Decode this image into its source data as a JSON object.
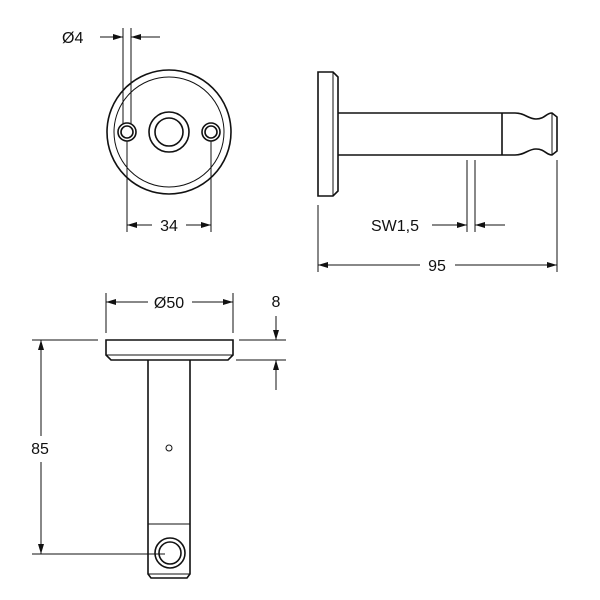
{
  "dimensions": {
    "hole_diameter": "Ø4",
    "hole_spacing": "34",
    "wrench_size": "SW1,5",
    "total_length": "95",
    "flange_diameter": "Ø50",
    "flange_thickness": "8",
    "height": "85"
  },
  "colors": {
    "line": "#111111",
    "background": "#ffffff"
  }
}
